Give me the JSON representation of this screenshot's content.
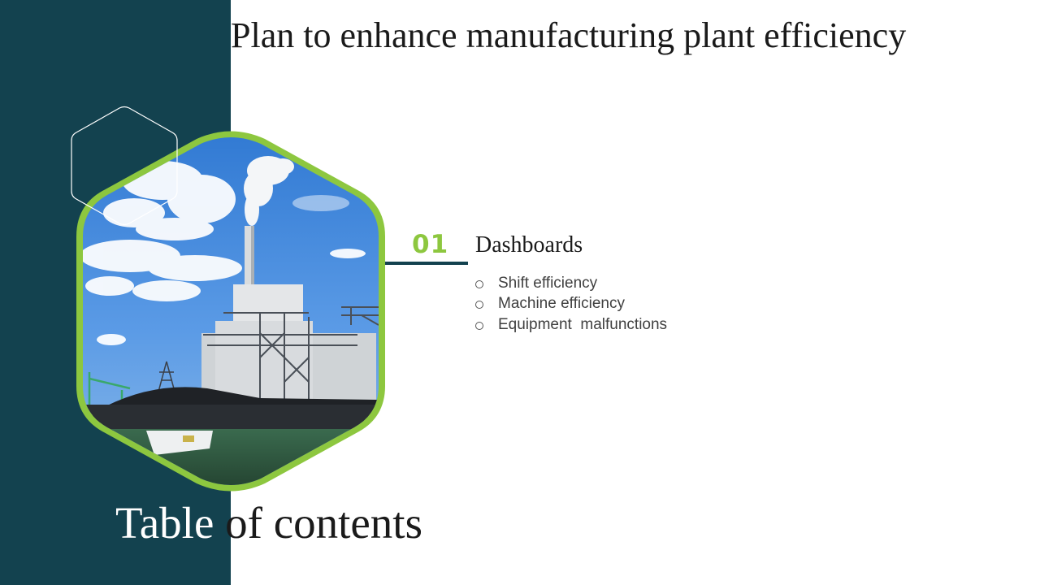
{
  "header": {
    "title": "Plan to enhance manufacturing plant efficiency"
  },
  "toc": {
    "heading_white": "Table ",
    "heading_dark": "of contents"
  },
  "section": {
    "number": "01",
    "title": "Dashboards",
    "items": [
      "Shift efficiency",
      "Machine efficiency",
      "Equipment  malfunctions"
    ]
  },
  "colors": {
    "panel": "#13424f",
    "accent": "#8dc73f",
    "text": "#1a1a1a"
  },
  "icons": {
    "bullet": "hollow-circle-icon"
  }
}
